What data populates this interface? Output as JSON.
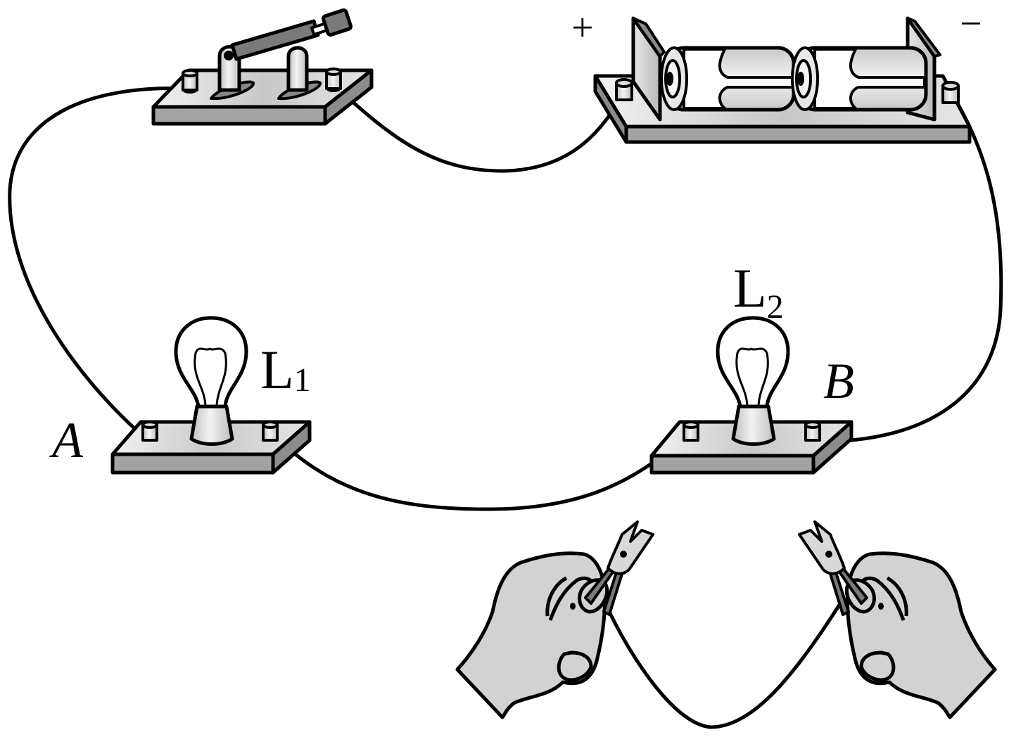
{
  "diagram": {
    "title": "Series circuit: switch, battery holder with two cells, two bulbs, and test lead",
    "labels": {
      "battery_positive": "+",
      "battery_negative": "−",
      "bulb1_name": "L",
      "bulb1_sub": "1",
      "bulb2_name": "L",
      "bulb2_sub": "2",
      "point_a": "A",
      "point_b": "B"
    },
    "components": [
      {
        "id": "switch",
        "type": "knife-switch",
        "state": "open"
      },
      {
        "id": "battery",
        "type": "battery-holder",
        "cells": 2
      },
      {
        "id": "bulb-l1",
        "type": "bulb-on-base",
        "label": "L1"
      },
      {
        "id": "bulb-l2",
        "type": "bulb-on-base",
        "label": "L2"
      },
      {
        "id": "test-lead",
        "type": "wire-with-alligator-clips",
        "held_by": "two hands"
      }
    ],
    "connections": [
      [
        "switch.right",
        "battery.positive"
      ],
      [
        "battery.negative",
        "bulb-l2.right (B)"
      ],
      [
        "bulb-l2.left",
        "bulb-l1.right"
      ],
      [
        "bulb-l1.left (A)",
        "switch.left"
      ]
    ],
    "colors": {
      "stroke": "#000000",
      "dark_gray": "#7a7a7a",
      "mid_gray": "#a0a0a0",
      "light_gray": "#d4d4d4",
      "skin_gray": "#d2d2d2",
      "background": "#ffffff"
    }
  }
}
